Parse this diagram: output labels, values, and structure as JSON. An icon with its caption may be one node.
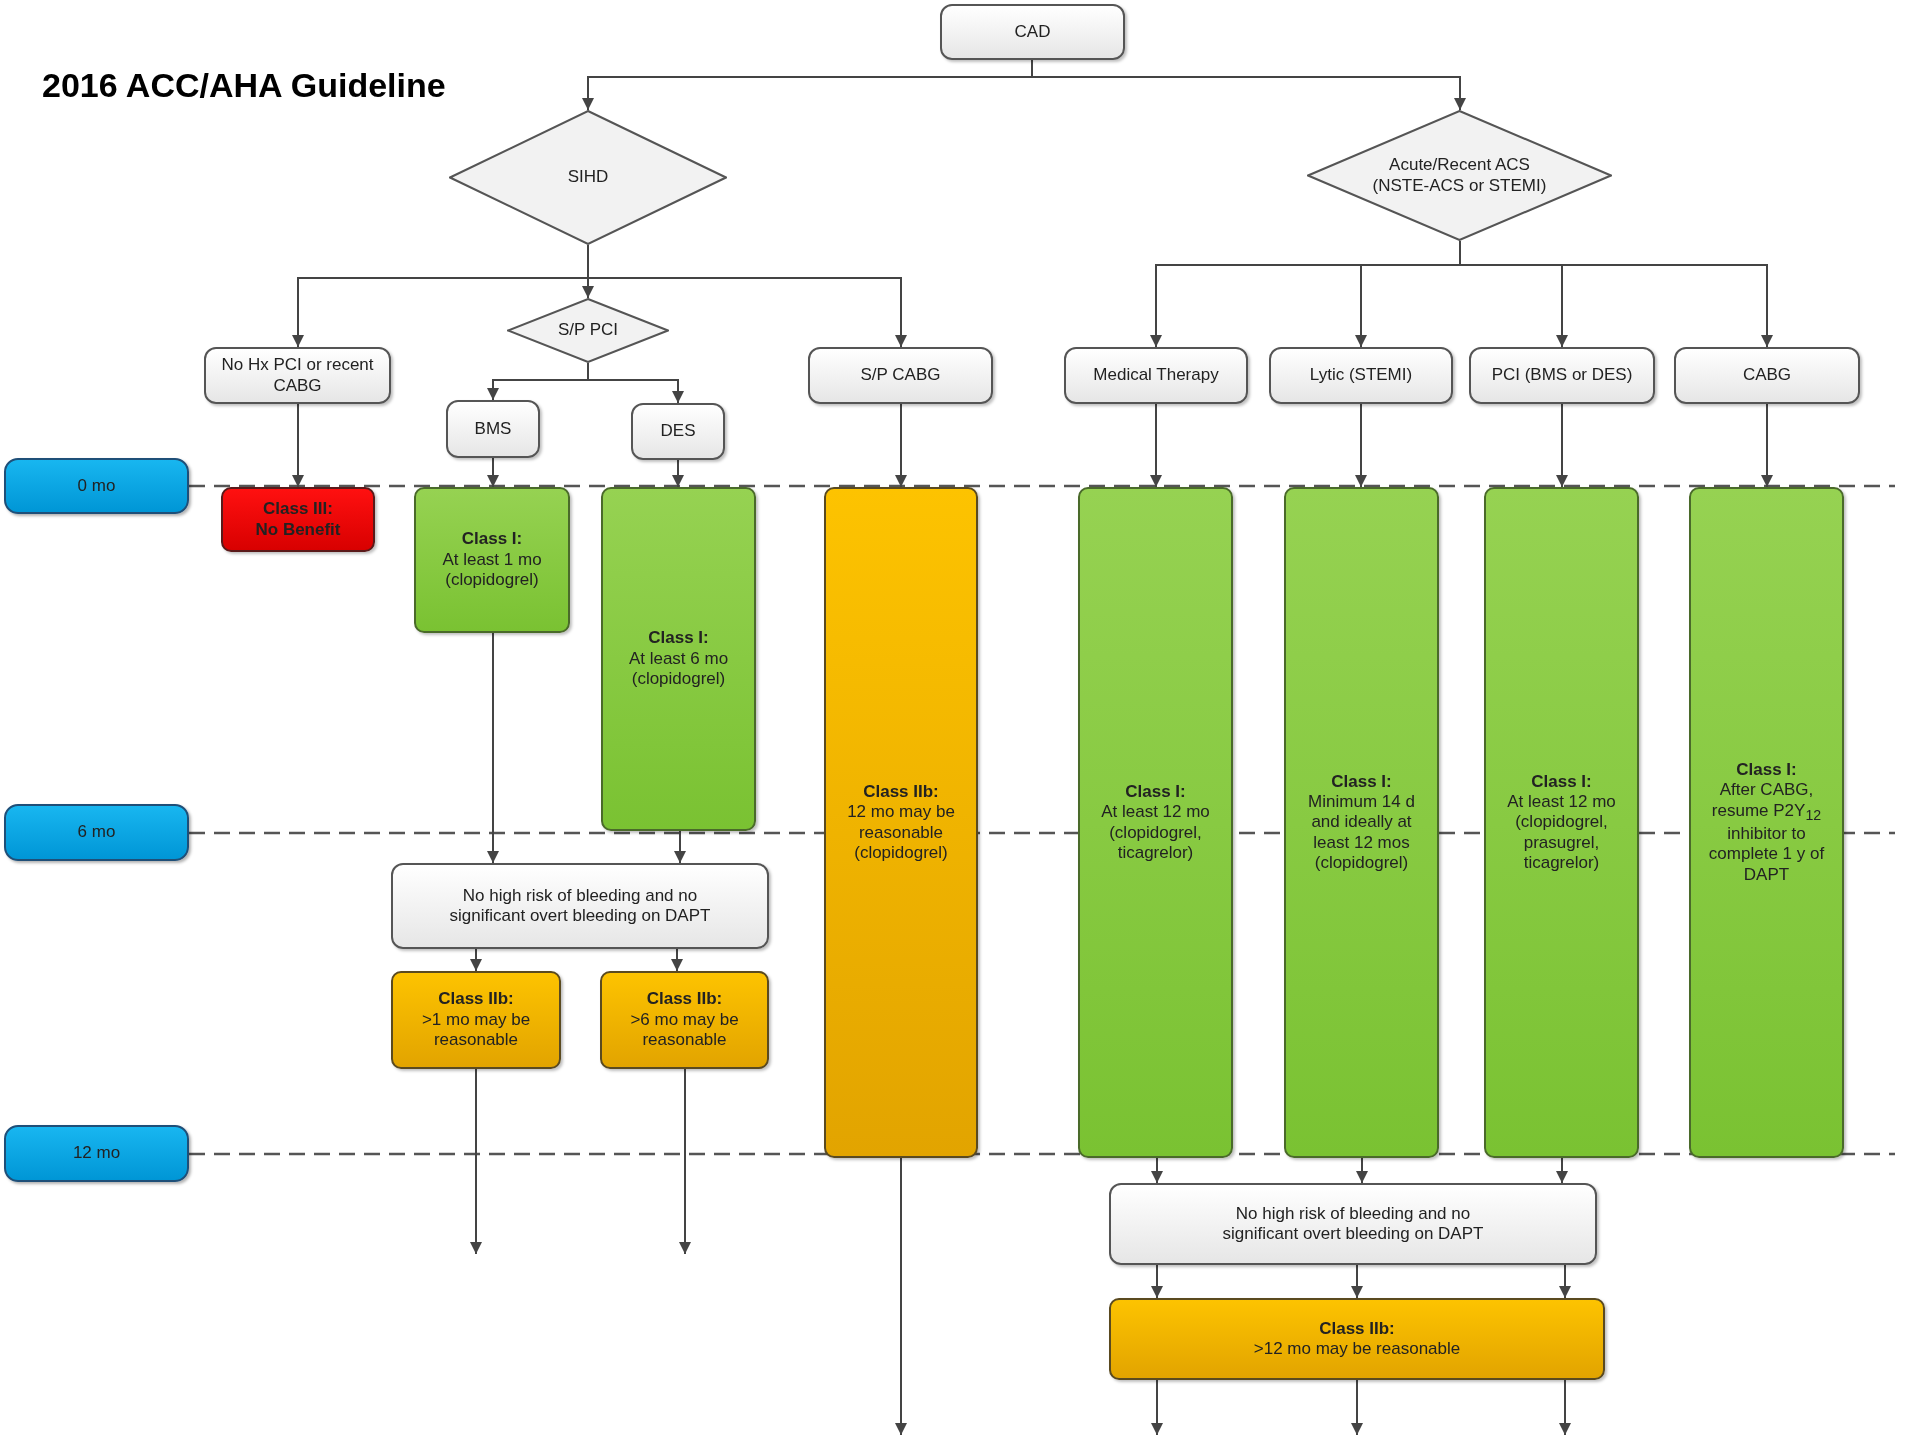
{
  "diagram": {
    "title": "2016 ACC/AHA Guideline",
    "nodes": [
      {
        "text": [
          "CAD"
        ]
      },
      {
        "text": [
          "SIHD"
        ]
      },
      {
        "text": [
          "Acute/Recent ACS (NSTE-ACS or STEMI)"
        ]
      },
      {
        "text": [
          "No Hx PCI or recent CABG"
        ]
      },
      {
        "text": [
          "S/P PCI"
        ]
      },
      {
        "text": [
          "S/P CABG"
        ]
      },
      {
        "text": [
          "Medical Therapy"
        ]
      },
      {
        "text": [
          "Lytic (STEMI)"
        ]
      },
      {
        "text": [
          "PCI (BMS or DES)"
        ]
      },
      {
        "text": [
          "CABG"
        ]
      },
      {
        "text": [
          "BMS"
        ]
      },
      {
        "text": [
          "DES"
        ]
      },
      {
        "text": [
          "Class III:",
          "No Benefit"
        ]
      },
      {
        "text": [
          "Class I:",
          "At least 1 mo (clopidogrel)"
        ]
      },
      {
        "text": [
          "Class I:",
          "At least 6 mo (clopidogrel)"
        ]
      },
      {
        "text": [
          "Class IIb:",
          "12 mo may be reasonable (clopidogrel)"
        ]
      },
      {
        "text": [
          "Class I:",
          "At least 12 mo (clopidogrel, ticagrelor)"
        ]
      },
      {
        "text": [
          "Class I:",
          "Minimum 14 d and ideally at least 12 mos (clopidogrel)"
        ]
      },
      {
        "text": [
          "Class I:",
          "At least 12 mo (clopidogrel, prasugrel, ticagrelor)"
        ]
      },
      {
        "text": [
          "Class I:",
          "After CABG, resume P2Y$_{12}$ inhibitor to complete 1 y of DAPT"
        ]
      },
      {
        "text": [
          "No high risk of bleeding and no significant overt bleeding on DAPT"
        ]
      },
      {
        "text": [
          "Class IIb:",
          ">1 mo may be reasonable"
        ]
      },
      {
        "text": [
          "Class IIb:",
          ">6 mo may be reasonable"
        ]
      },
      {
        "text": [
          "No high risk of bleeding and no significant overt bleeding on DAPT"
        ]
      },
      {
        "text": [
          "Class IIb:",
          ">12 mo may be reasonable"
        ]
      },
      {
        "text": [
          "0 mo"
        ]
      },
      {
        "text": [
          "6 mo"
        ]
      },
      {
        "text": [
          "12 mo"
        ]
      }
    ],
    "edges": [
      {
        "from": 0,
        "to": 1,
        "arrow": "to"
      },
      {
        "from": 0,
        "to": 2,
        "arrow": "to"
      },
      {
        "from": 1,
        "to": 3,
        "arrow": "to"
      },
      {
        "from": 1,
        "to": 4,
        "arrow": "to"
      },
      {
        "from": 1,
        "to": 5,
        "arrow": "to"
      },
      {
        "from": 4,
        "to": 10,
        "arrow": "to"
      },
      {
        "from": 4,
        "to": 11,
        "arrow": "to"
      },
      {
        "from": 2,
        "to": 6,
        "arrow": "to"
      },
      {
        "from": 2,
        "to": 7,
        "arrow": "to"
      },
      {
        "from": 2,
        "to": 8,
        "arrow": "to"
      },
      {
        "from": 2,
        "to": 9,
        "arrow": "to"
      },
      {
        "from": 3,
        "to": 12,
        "arrow": "to"
      },
      {
        "from": 10,
        "to": 13,
        "arrow": "to"
      },
      {
        "from": 11,
        "to": 14,
        "arrow": "to"
      },
      {
        "from": 5,
        "to": 15,
        "arrow": "to"
      },
      {
        "from": 6,
        "to": 16,
        "arrow": "to"
      },
      {
        "from": 7,
        "to": 17,
        "arrow": "to"
      },
      {
        "from": 8,
        "to": 18,
        "arrow": "to"
      },
      {
        "from": 9,
        "to": 19,
        "arrow": "to"
      },
      {
        "from": 13,
        "to": 20,
        "arrow": "to"
      },
      {
        "from": 14,
        "to": 20,
        "arrow": "to"
      },
      {
        "from": 20,
        "to": 21,
        "arrow": "to"
      },
      {
        "from": 20,
        "to": 22,
        "arrow": "to"
      },
      {
        "from": 21,
        "to": null,
        "arrow": "to"
      },
      {
        "from": 22,
        "to": null,
        "arrow": "to"
      },
      {
        "from": 15,
        "to": null,
        "arrow": "to"
      },
      {
        "from": 16,
        "to": 23,
        "arrow": "to"
      },
      {
        "from": 17,
        "to": 23,
        "arrow": "to"
      },
      {
        "from": 18,
        "to": 23,
        "arrow": "to"
      },
      {
        "from": 23,
        "to": 24,
        "arrow": "to"
      },
      {
        "from": 23,
        "to": 24,
        "arrow": "to"
      },
      {
        "from": 23,
        "to": 24,
        "arrow": "to"
      },
      {
        "from": 24,
        "to": null,
        "arrow": "to"
      },
      {
        "from": 24,
        "to": null,
        "arrow": "to"
      },
      {
        "from": 24,
        "to": null,
        "arrow": "to"
      }
    ]
  }
}
